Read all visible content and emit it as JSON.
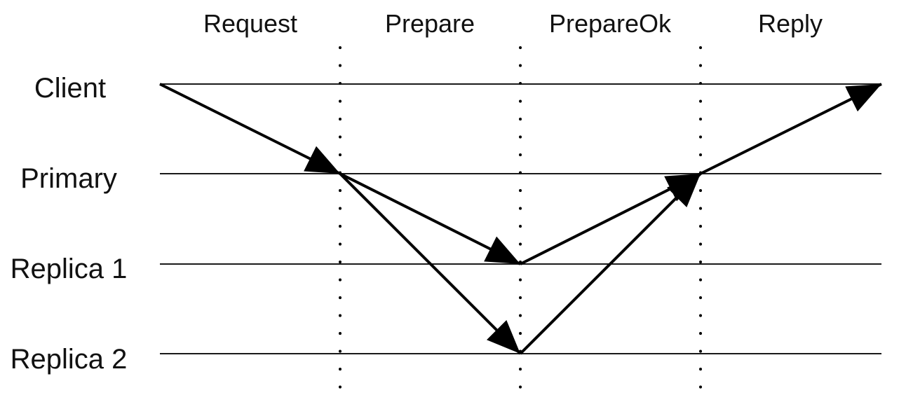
{
  "phases": [
    {
      "id": "request",
      "label": "Request"
    },
    {
      "id": "prepare",
      "label": "Prepare"
    },
    {
      "id": "prepareok",
      "label": "PrepareOk"
    },
    {
      "id": "reply",
      "label": "Reply"
    }
  ],
  "actors": [
    {
      "id": "client",
      "label": "Client"
    },
    {
      "id": "primary",
      "label": "Primary"
    },
    {
      "id": "replica1",
      "label": "Replica 1"
    },
    {
      "id": "replica2",
      "label": "Replica 2"
    }
  ],
  "messages": [
    {
      "from": "client",
      "to": "primary",
      "phase": "request"
    },
    {
      "from": "primary",
      "to": "replica1",
      "phase": "prepare"
    },
    {
      "from": "primary",
      "to": "replica2",
      "phase": "prepare"
    },
    {
      "from": "replica1",
      "to": "primary",
      "phase": "prepareok"
    },
    {
      "from": "replica2",
      "to": "primary",
      "phase": "prepareok"
    },
    {
      "from": "primary",
      "to": "client",
      "phase": "reply"
    }
  ],
  "colors": {
    "line": "#000000",
    "background": "#ffffff"
  }
}
